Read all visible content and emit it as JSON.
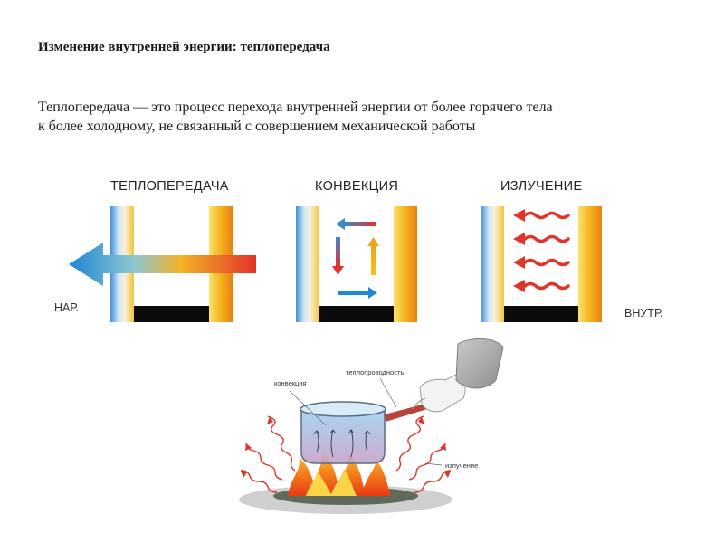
{
  "slide": {
    "title": "Изменение внутренней энергии: теплопередача",
    "line1": "Теплопередача — это процесс перехода внутренней энергии от более горячего тела",
    "line2": "к более холодному, не связанный с совершением механической работы"
  },
  "diagram": {
    "panels": [
      "ТЕПЛОПЕРЕДАЧА",
      "КОНВЕКЦИЯ",
      "ИЗЛУЧЕНИЕ"
    ],
    "outside_label": "НАР.",
    "inside_label": "ВНУТР."
  },
  "illustration": {
    "convection": "конвекция",
    "conduction": "теплопроводность",
    "radiation": "излучение"
  },
  "colors": {
    "cold": "#4f9fdc",
    "hot": "#f2a81c",
    "arrow_blue": "#1e8ad6",
    "arrow_red": "#e0342a"
  }
}
